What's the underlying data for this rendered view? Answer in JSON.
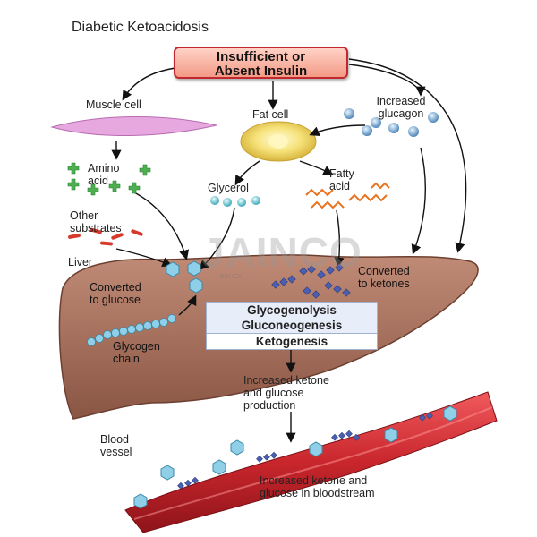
{
  "title": "Diabetic Ketoacidosis",
  "insulin": {
    "line1": "Insufficient or",
    "line2": "Absent Insulin"
  },
  "labels": {
    "muscle_cell": "Muscle cell",
    "fat_cell": "Fat cell",
    "increased_glucagon_1": "Increased",
    "increased_glucagon_2": "glucagon",
    "amino_1": "Amino",
    "amino_2": "acid",
    "glycerol": "Glycerol",
    "fatty_1": "Fatty",
    "fatty_2": "acid",
    "other_1": "Other",
    "other_2": "substrates",
    "liver": "Liver",
    "converted_glucose_1": "Converted",
    "converted_glucose_2": "to glucose",
    "converted_ketones_1": "Converted",
    "converted_ketones_2": "to ketones",
    "glycogen_1": "Glycogen",
    "glycogen_2": "chain",
    "production_1": "Increased ketone",
    "production_2": "and glucose",
    "production_3": "production",
    "blood_1": "Blood",
    "blood_2": "vessel",
    "bloodstream_1": "Increased ketone and",
    "bloodstream_2": "glucose in bloodstream"
  },
  "processes": [
    "Glycogenolysis",
    "Gluconeogenesis",
    "Ketogenesis"
  ],
  "watermark": {
    "text": "JAINCO",
    "sub": "EDUCA"
  },
  "colors": {
    "liver": "#9e6a55",
    "insulin_border": "#c1272d",
    "vessel": "#c8262c",
    "glucose": "#8fd0e8",
    "ketone": "#4a5fb0",
    "amino": "#4caf50",
    "fat_cell": "#f6e27a",
    "muscle_cell": "#e7a8e0"
  }
}
